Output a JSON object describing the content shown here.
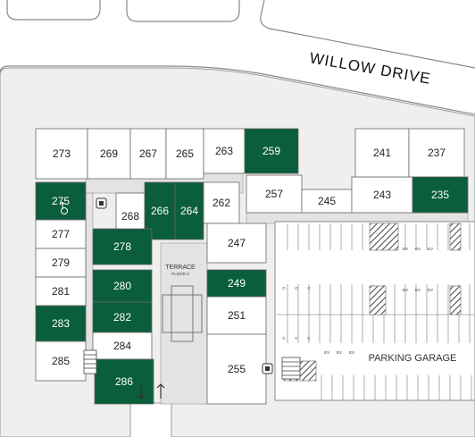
{
  "street_name": "WILLOW DRIVE",
  "terrace": {
    "title": "TERRACE",
    "subtitle": "FLOOR 2"
  },
  "garage_label": "PARKING GARAGE",
  "colors": {
    "available": "#0b5e3b",
    "unit": "#ffffff",
    "common": "#efefef",
    "outline": "#666666"
  },
  "units": [
    {
      "id": "273",
      "available": false
    },
    {
      "id": "269",
      "available": false
    },
    {
      "id": "267",
      "available": false
    },
    {
      "id": "265",
      "available": false
    },
    {
      "id": "263",
      "available": false
    },
    {
      "id": "259",
      "available": true
    },
    {
      "id": "257",
      "available": false
    },
    {
      "id": "245",
      "available": false
    },
    {
      "id": "243",
      "available": false
    },
    {
      "id": "241",
      "available": false
    },
    {
      "id": "237",
      "available": false
    },
    {
      "id": "235",
      "available": true
    },
    {
      "id": "275",
      "available": true
    },
    {
      "id": "268",
      "available": false
    },
    {
      "id": "266",
      "available": true
    },
    {
      "id": "264",
      "available": true
    },
    {
      "id": "262",
      "available": false
    },
    {
      "id": "247",
      "available": false
    },
    {
      "id": "277",
      "available": false
    },
    {
      "id": "278",
      "available": true
    },
    {
      "id": "279",
      "available": false
    },
    {
      "id": "281",
      "available": false
    },
    {
      "id": "280",
      "available": true
    },
    {
      "id": "282",
      "available": true
    },
    {
      "id": "249",
      "available": true
    },
    {
      "id": "251",
      "available": false
    },
    {
      "id": "283",
      "available": true
    },
    {
      "id": "284",
      "available": false
    },
    {
      "id": "285",
      "available": false
    },
    {
      "id": "286",
      "available": true
    },
    {
      "id": "255",
      "available": false
    }
  ],
  "parking_marks": {
    "charger": "C",
    "ev": "EV"
  },
  "icons": [
    "trash-icon",
    "accessible-icon",
    "stairs-icon",
    "arrow-down-icon",
    "arrow-up-icon"
  ]
}
